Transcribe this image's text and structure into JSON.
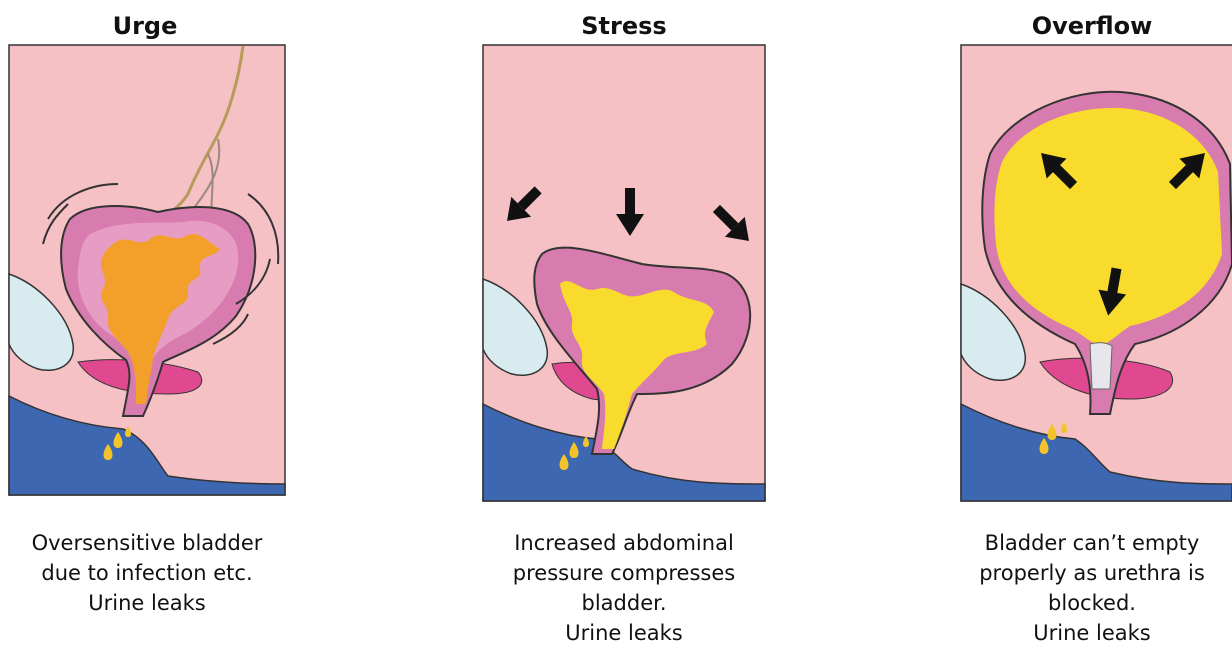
{
  "panels": [
    {
      "title": "Urge",
      "caption": [
        "Oversensitive bladder",
        "due to infection etc.",
        "Urine leaks"
      ]
    },
    {
      "title": "Stress",
      "caption": [
        "Increased abdominal",
        "pressure compresses",
        "bladder.",
        "Urine leaks"
      ]
    },
    {
      "title": "Overflow",
      "caption": [
        "Bladder can’t empty",
        "properly as urethra is",
        "blocked.",
        "Urine leaks"
      ]
    }
  ],
  "colors": {
    "background_tissue": "#f5c1c4",
    "bladder_wall": "#d87bae",
    "urine_urge": "#f2a02a",
    "urine_stress": "#f8db2c",
    "pelvic_floor": "#3d67b1",
    "pubic_bone": "#d8ecef",
    "muscle": "#e0498f"
  }
}
